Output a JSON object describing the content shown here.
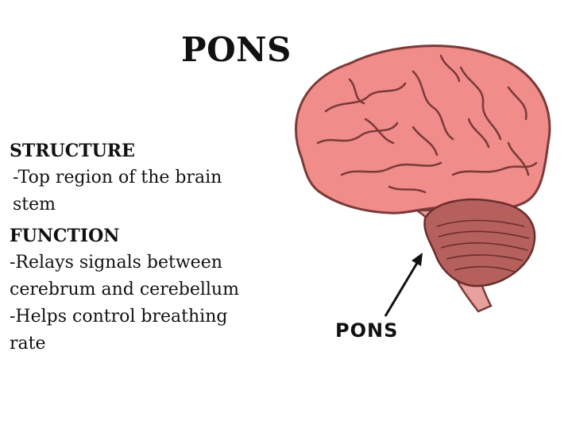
{
  "title": "PONS",
  "structure": {
    "heading": "STRUCTURE",
    "lines": [
      "-Top region of the brain",
      "stem"
    ]
  },
  "function": {
    "heading": "FUNCTION",
    "lines": [
      "-Relays signals between",
      "cerebrum and cerebellum",
      "-Helps control breathing",
      "rate"
    ]
  },
  "figure": {
    "label": "PONS",
    "colors": {
      "cerebrum": "#f08c8a",
      "cerebellum": "#b5605d",
      "brainstem": "#e8a09c",
      "outline": "#7a3a38"
    }
  }
}
